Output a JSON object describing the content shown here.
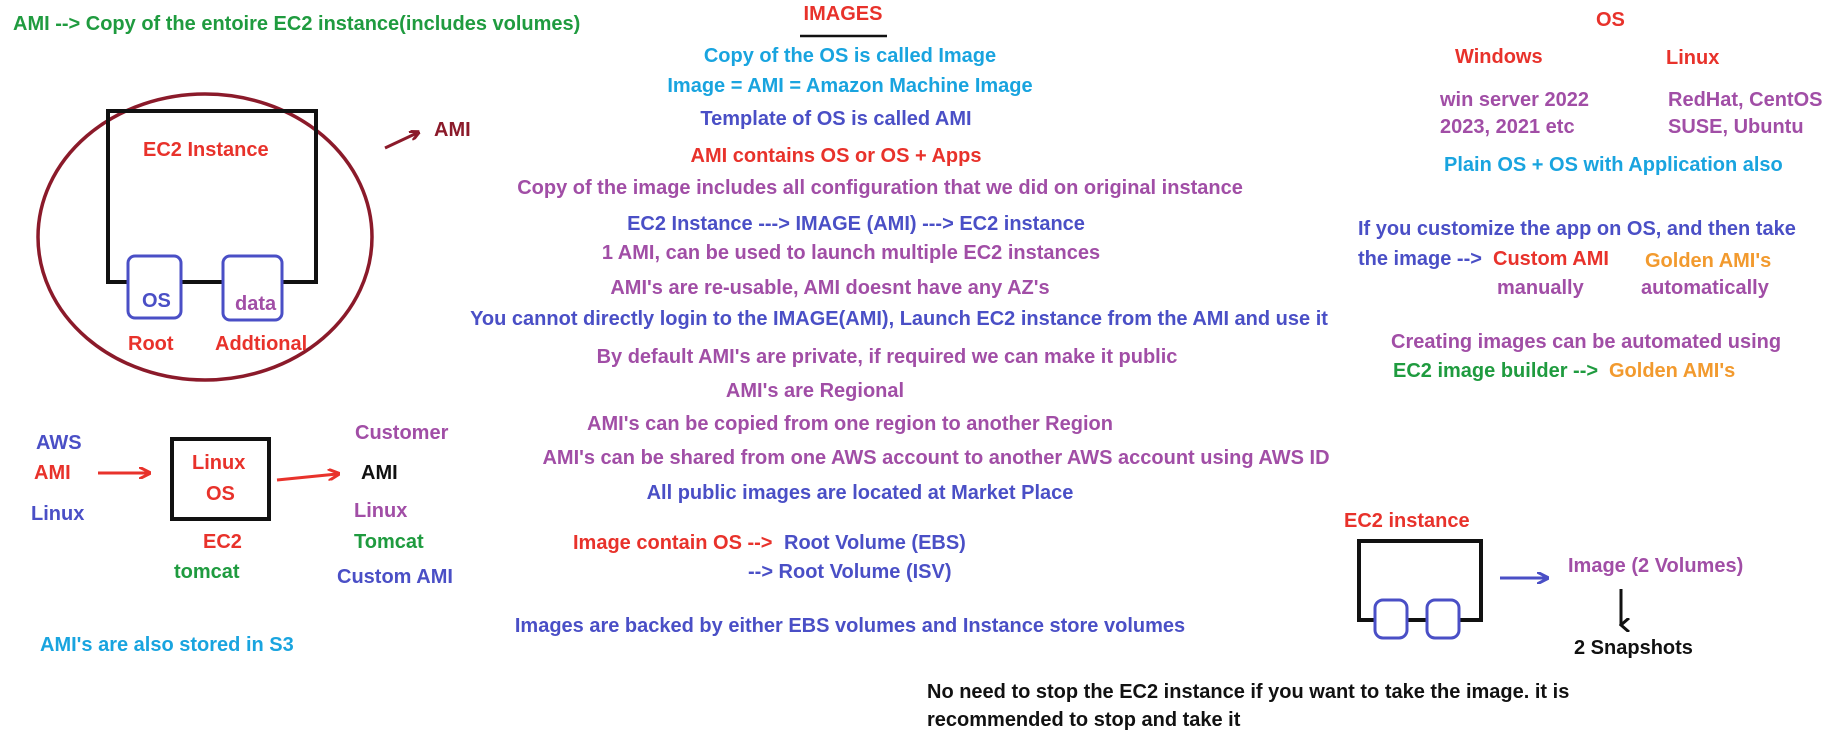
{
  "colors": {
    "red": "#e8322b",
    "green": "#1f9b3f",
    "blue": "#4a4fc6",
    "sky": "#19a4df",
    "purple": "#a14ea6",
    "maroon": "#8b1a2a",
    "orange": "#f29a2e",
    "black": "#111111"
  },
  "left": {
    "ami_def": "AMI --> Copy of the entoire EC2 instance(includes volumes)",
    "ec2_instance": "EC2 Instance",
    "ami": "AMI",
    "os": "OS",
    "data": "data",
    "root": "Root",
    "additional": "Addtional",
    "aws": "AWS",
    "aws_ami": "AMI",
    "linux": "Linux",
    "box_linux": "Linux",
    "box_os": "OS",
    "ec2": "EC2",
    "tomcat": "tomcat",
    "customer": "Customer",
    "customer_ami": "AMI",
    "customer_linux": "Linux",
    "customer_tomcat": "Tomcat",
    "custom_ami": "Custom AMI",
    "s3_note": "AMI's are also stored in S3"
  },
  "center": {
    "title": "IMAGES",
    "lines": [
      "Copy of the OS is called Image",
      "Image = AMI = Amazon Machine Image",
      "Template of OS is called AMI",
      "AMI contains OS or OS + Apps",
      "Copy of the image includes all configuration that we did on original instance",
      "EC2 Instance ---> IMAGE (AMI) ---> EC2 instance",
      "1 AMI, can be used to launch multiple EC2 instances",
      "AMI's are re-usable, AMI doesnt have any AZ's",
      "You cannot directly login to the IMAGE(AMI), Launch EC2 instance from the AMI and use it",
      "By default AMI's are private, if required we can make it public",
      "AMI's are Regional",
      "AMI's can be copied from one region to another Region",
      "AMI's can be shared from one AWS account to another AWS account using AWS ID",
      "All public images are located at Market Place"
    ],
    "image_contain": "Image contain OS -->",
    "root_ebs": "Root Volume (EBS)",
    "root_isv": "--> Root Volume (ISV)",
    "backed": "Images are backed by either EBS volumes and Instance store volumes"
  },
  "right": {
    "os_title": "OS",
    "windows": "Windows",
    "linux": "Linux",
    "win_line1": "win server 2022",
    "win_line2": "2023, 2021 etc",
    "linux_line1": "RedHat, CentOS",
    "linux_line2": "SUSE, Ubuntu",
    "plain_os": "Plain OS + OS with Application also",
    "customize_line1": "If you customize the app on OS, and then take",
    "customize_line2_prefix": "the image -->",
    "custom_ami": "Custom AMI",
    "golden_amis": "Golden AMI's",
    "manually": "manually",
    "automatically": "automatically",
    "automated_line1": "Creating images can be automated using",
    "builder": "EC2 image builder -->",
    "builder_golden": "Golden AMI's",
    "ec2_instance": "EC2 instance",
    "image_volumes": "Image (2 Volumes)",
    "snapshots": "2 Snapshots",
    "stop_line1": "No need to stop the EC2 instance if you want to take the image. it is",
    "stop_line2": "recommended to stop and take it"
  }
}
